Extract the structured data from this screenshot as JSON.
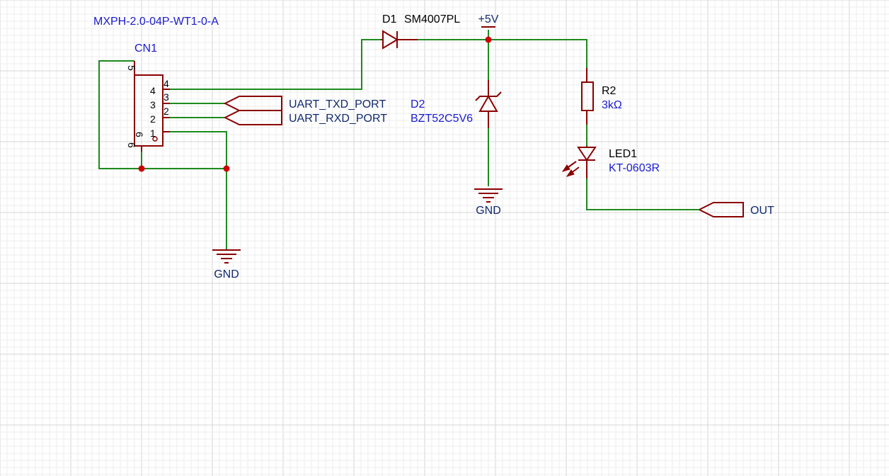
{
  "colors": {
    "background": "#ffffff",
    "grid_minor": "#ececec",
    "grid_major": "#d6d6d6",
    "wire": "#1e8a1e",
    "symbol": "#8b0000",
    "junction": "#cc0000",
    "component_label": "#1a1ad0",
    "pin_number": "#000000",
    "net_label": "#102a6e"
  },
  "connector": {
    "part_number": "MXPH-2.0-04P-WT1-0-A",
    "designator": "CN1",
    "pins": {
      "p1": "1",
      "p2": "2",
      "p3": "3",
      "p4": "4",
      "p5": "5",
      "p6": "6"
    },
    "inner_pins": {
      "p2": "2",
      "p3": "3",
      "p4": "4"
    }
  },
  "diode_d1": {
    "designator": "D1",
    "value": "SM4007PL"
  },
  "power_5v": {
    "label": "+5V"
  },
  "zener_d2": {
    "designator": "D2",
    "value": "BZT52C5V6"
  },
  "resistor_r2": {
    "designator": "R2",
    "value": "3kΩ"
  },
  "led1": {
    "designator": "LED1",
    "value": "KT-0603R"
  },
  "ports": {
    "uart_txd": "UART_TXD_PORT",
    "uart_rxd": "UART_RXD_PORT",
    "out": "OUT"
  },
  "grounds": {
    "gnd_left": "GND",
    "gnd_mid": "GND"
  }
}
